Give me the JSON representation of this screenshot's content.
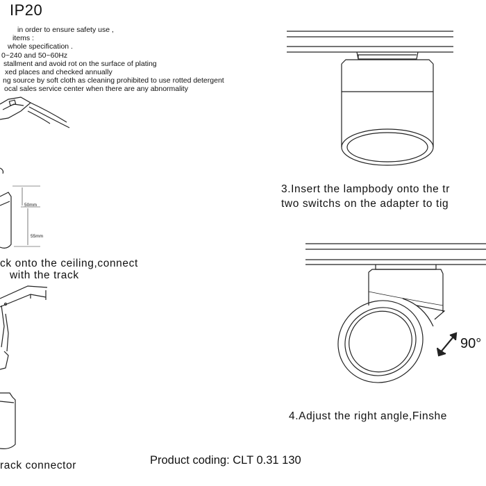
{
  "header": {
    "rating": "IP20"
  },
  "notes": [
    "in order to ensure safety use ,",
    "items :",
    "whole specification .",
    "0~240 and 50~60Hz",
    "stallment and avoid rot on the surface of plating",
    "xed places and checked annually",
    "ng source by soft cloth as cleaning prohibited to use rotted detergent",
    "ocal sales service center when there are any abnormality"
  ],
  "steps": {
    "step2_line1": "ck onto the ceiling,connect",
    "step2_line2": "with the track",
    "step3_line1": "3.Insert the lampbody onto the tr",
    "step3_line2": "two switchs on the adapter to tig",
    "step4": "4.Adjust the right angle,Finshe",
    "connector": "rack connector"
  },
  "dimensions": {
    "upper": "50mm",
    "lower": "55mm"
  },
  "angle_label": "90°",
  "footer": {
    "product_coding": "Product coding: CLT 0.31 130"
  }
}
